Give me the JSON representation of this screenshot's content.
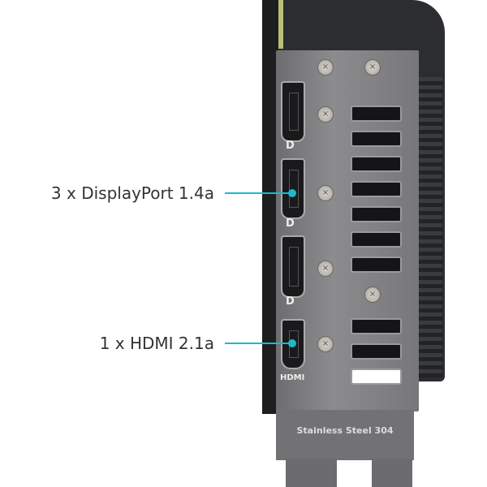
{
  "callouts": [
    {
      "label": "3 x DisplayPort 1.4a"
    },
    {
      "label": "1 x HDMI 2.1a"
    }
  ],
  "bracket": {
    "engraving": "Stainless Steel 304",
    "hdmi_label": "HDMI",
    "dp_logo": "D"
  },
  "colors": {
    "callout": "#1fb8c9"
  }
}
